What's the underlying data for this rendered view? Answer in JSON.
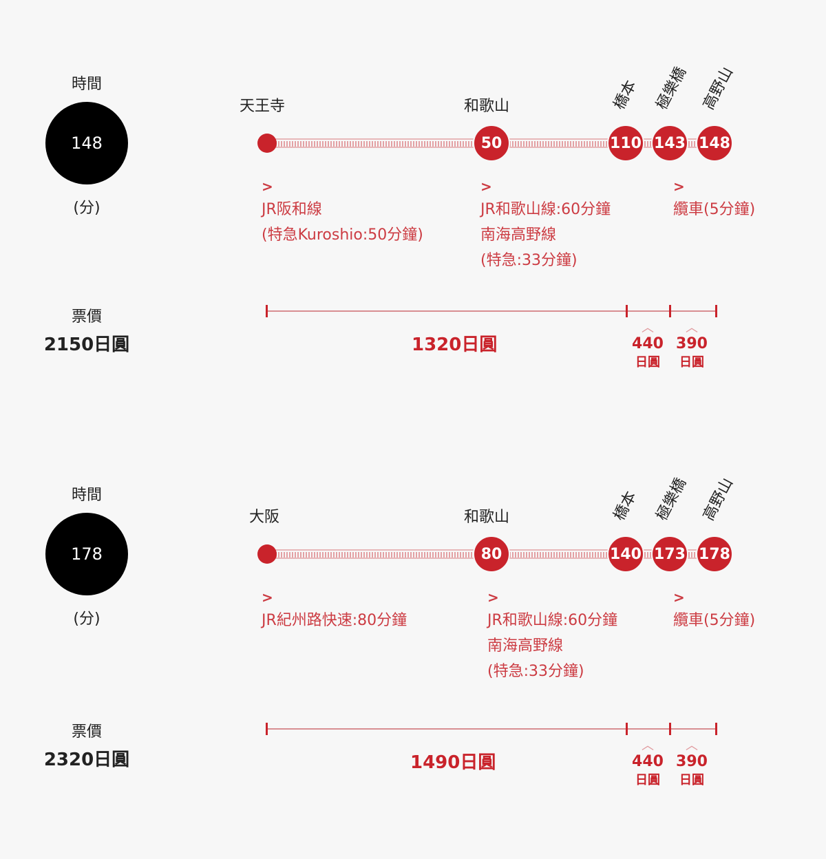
{
  "routes": [
    {
      "time_label": "時間",
      "time_total": "148",
      "time_unit": "(分)",
      "stations": {
        "origin": "天王寺",
        "wakayama": "和歌山",
        "hashimoto": "橋本",
        "gokurakubashi": "極樂橋",
        "koyasan": "高野山"
      },
      "times": {
        "wakayama": "50",
        "hashimoto": "110",
        "gokurakubashi": "143",
        "koyasan": "148"
      },
      "segments": {
        "arrow": ">",
        "seg1_line1": "JR阪和線",
        "seg1_line2": "(特急Kuroshio:50分鐘)",
        "seg2_line1": "JR和歌山線:60分鐘",
        "seg2_line2": "南海高野線",
        "seg2_line3": "(特急:33分鐘)",
        "seg3_line1": "纜車(5分鐘)"
      },
      "fare": {
        "label": "票價",
        "total": "2150日圓",
        "main": "1320日圓",
        "caret": "︿",
        "small1_amount": "440",
        "small1_unit": "日圓",
        "small2_amount": "390",
        "small2_unit": "日圓"
      }
    },
    {
      "time_label": "時間",
      "time_total": "178",
      "time_unit": "(分)",
      "stations": {
        "origin": "大阪",
        "wakayama": "和歌山",
        "hashimoto": "橋本",
        "gokurakubashi": "極樂橋",
        "koyasan": "高野山"
      },
      "times": {
        "wakayama": "80",
        "hashimoto": "140",
        "gokurakubashi": "173",
        "koyasan": "178"
      },
      "segments": {
        "arrow": ">",
        "seg1_line1": "JR紀州路快速:80分鐘",
        "seg2_line1": "JR和歌山線:60分鐘",
        "seg2_line2": "南海高野線",
        "seg2_line3": "(特急:33分鐘)",
        "seg3_line1": "纜車(5分鐘)"
      },
      "fare": {
        "label": "票價",
        "total": "2320日圓",
        "main": "1490日圓",
        "caret": "︿",
        "small1_amount": "440",
        "small1_unit": "日圓",
        "small2_amount": "390",
        "small2_unit": "日圓"
      }
    }
  ],
  "colors": {
    "accent": "#c9232b",
    "text": "#222222",
    "background": "#f7f7f7",
    "badge": "#000000"
  }
}
